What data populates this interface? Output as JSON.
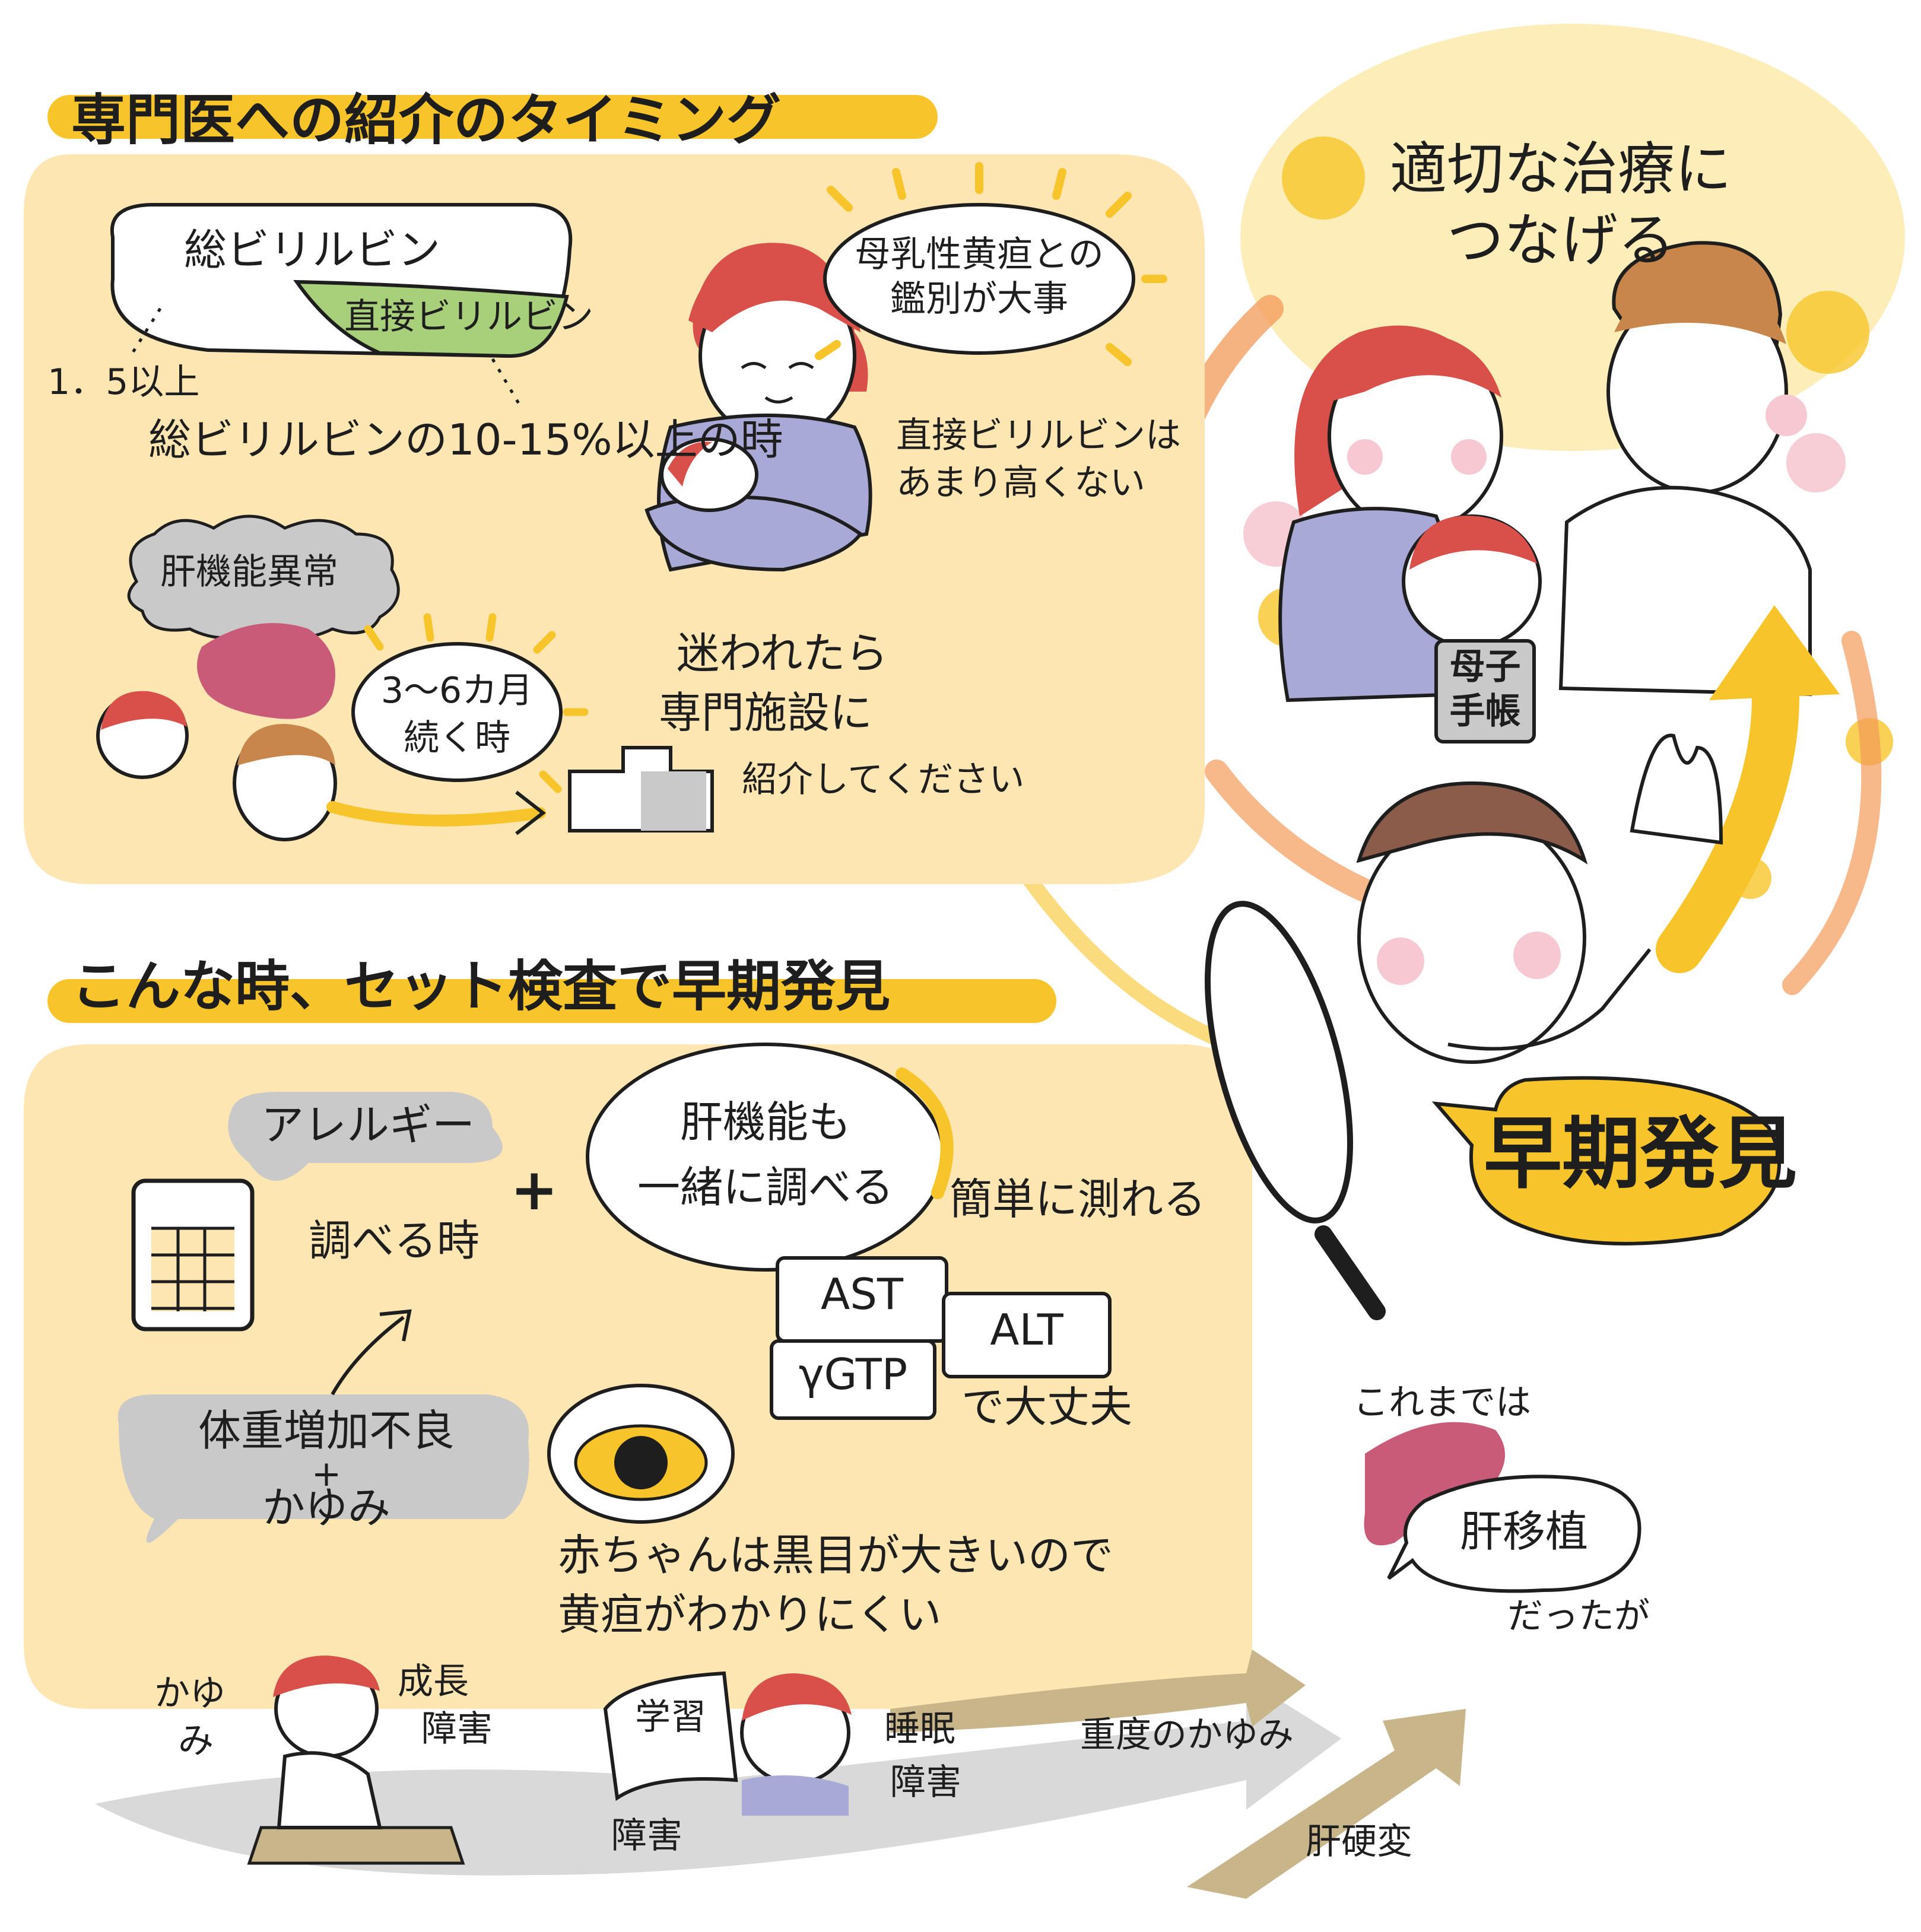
{
  "section1": {
    "title": "専門医への紹介のタイミング",
    "total_bilirubin": "総ビリルビン",
    "direct_bilirubin": "直接ビリルビン",
    "threshold_value": "1．5以上",
    "threshold_percent": "総ビリルビンの10-15%以上の時",
    "breastmilk_line1": "母乳性黄疸との",
    "breastmilk_line2": "鑑別が大事",
    "direct_note_line1": "直接ビリルビンは",
    "direct_note_line2": "あまり高くない",
    "liver_abnormal": "肝機能異常",
    "duration_line1": "3～6カ月",
    "duration_line2": "続く時",
    "refer_line1": "迷われたら",
    "refer_line2": "専門施設に",
    "refer_line3": "紹介してください"
  },
  "section2": {
    "title": "こんな時、セット検査で早期発見",
    "allergy": "アレルギー",
    "when_test": "調べる時",
    "plus": "+",
    "liver_test_line1": "肝機能も",
    "liver_test_line2": "一緒に調べる",
    "easy_measure": "簡単に測れる",
    "tests": [
      "AST",
      "ALT",
      "γGTP"
    ],
    "ok": "で大丈夫",
    "weight_line1": "体重増加不良",
    "weight_plus": "+",
    "weight_line2": "かゆみ",
    "eye_line1": "赤ちゃんは黒目が大きいので",
    "eye_line2": "黄疸がわかりにくい"
  },
  "right": {
    "treat_line1": "適切な治療に",
    "treat_line2": "つなげる",
    "handbook_line1": "母子",
    "handbook_line2": "手帳",
    "early": "早期発見",
    "until_now": "これまでは",
    "transplant": "肝移植",
    "was": "だったが"
  },
  "bottom": {
    "itch_a": "かゆ",
    "itch_b": "み",
    "growth_line1": "成長",
    "growth_line2": "障害",
    "learning_line1": "学習",
    "learning_line2": "障害",
    "sleep_line1": "睡眠",
    "sleep_line2": "障害",
    "severe_itch": "重度のかゆみ",
    "cirrhosis": "肝硬変"
  },
  "colors": {
    "panel": "#fde6b2",
    "accent_yellow": "#f7c52a",
    "hair_red": "#d9504a",
    "liver": "#c95a78",
    "green": "#a8cf7a",
    "purple": "#a9a9d8",
    "orange": "#f39a58",
    "gray": "#c9c9c9"
  }
}
